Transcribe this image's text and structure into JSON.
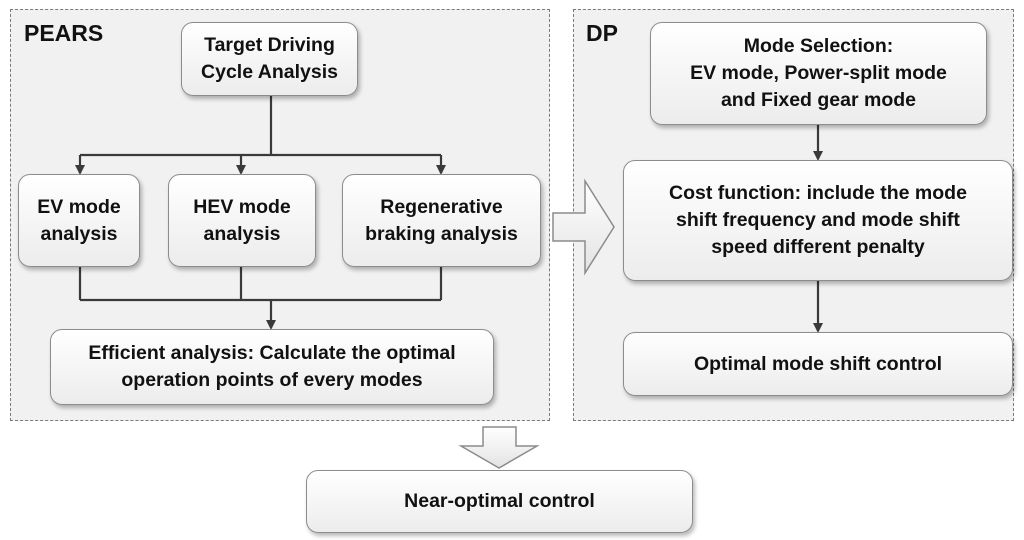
{
  "pears": {
    "title": "PEARS",
    "target_box": "Target Driving\nCycle Analysis",
    "ev_box": "EV mode\nanalysis",
    "hev_box": "HEV mode\nanalysis",
    "regen_box": "Regenerative\nbraking analysis",
    "efficient_box": "Efficient analysis: Calculate the optimal\noperation points of every modes"
  },
  "dp": {
    "title": "DP",
    "mode_box": "Mode Selection:\nEV mode, Power-split mode\nand Fixed gear mode",
    "cost_box": "Cost function: include the mode\nshift frequency and mode shift\nspeed different penalty",
    "optimal_box": "Optimal mode shift control"
  },
  "result_box": "Near-optimal control"
}
